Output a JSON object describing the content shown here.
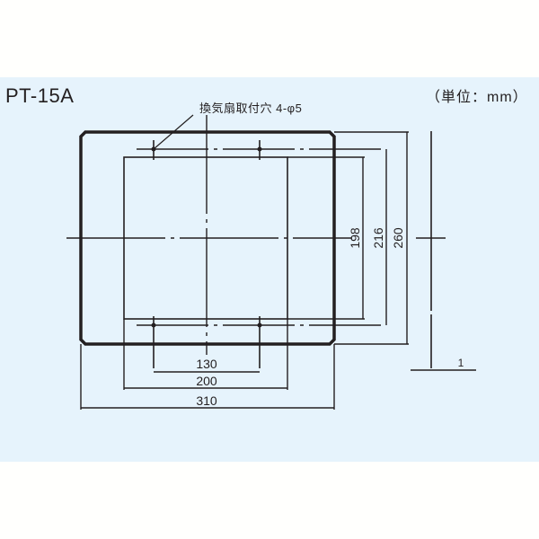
{
  "title": "PT-15A",
  "unit_label": "（単位：mm）",
  "callout": {
    "label": "換気扇取付穴 4-φ5"
  },
  "dimensions": {
    "horizontal": [
      {
        "name": "hole-pitch-width",
        "value": "130"
      },
      {
        "name": "opening-width",
        "value": "200"
      },
      {
        "name": "plate-width",
        "value": "310"
      }
    ],
    "vertical": [
      {
        "name": "opening-height",
        "value": "198"
      },
      {
        "name": "hole-pitch-height",
        "value": "216"
      },
      {
        "name": "plate-height",
        "value": "260"
      }
    ],
    "thickness": {
      "name": "plate-thickness",
      "value": "1"
    }
  },
  "colors": {
    "panel_bg": "#e6f3fc",
    "line": "#231f20"
  }
}
